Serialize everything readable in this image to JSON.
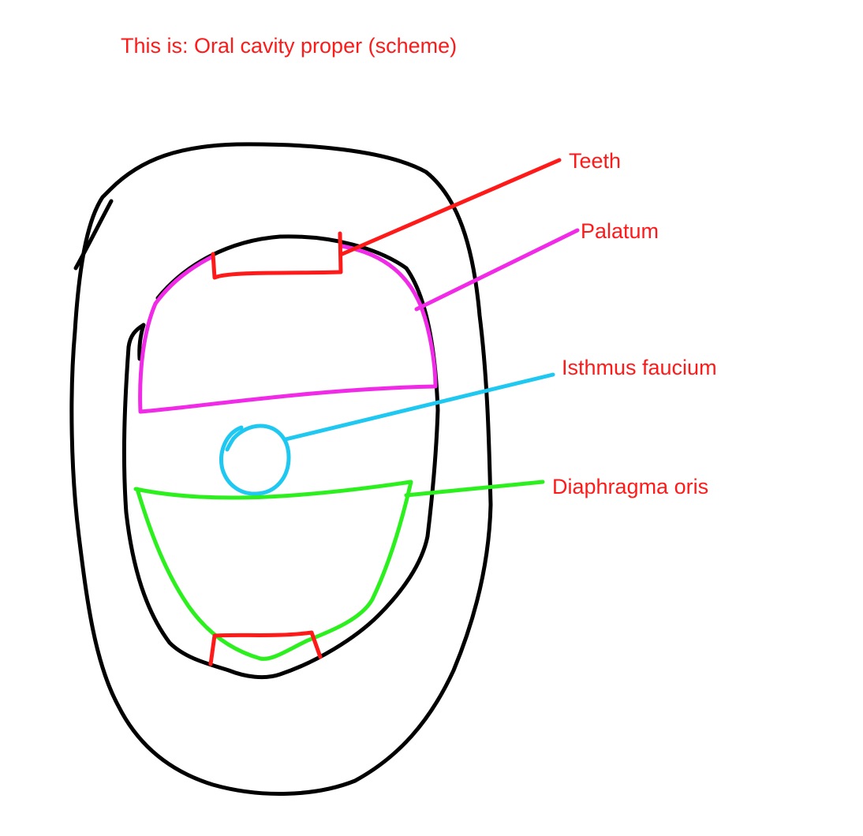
{
  "title": "This is: Oral cavity proper (scheme)",
  "labels": {
    "teeth": "Teeth",
    "palatum": "Palatum",
    "isthmus": "Isthmus faucium",
    "diaphragma": "Diaphragma oris"
  },
  "colors": {
    "outline": "#000000",
    "teeth": "#ff1a1a",
    "palatum": "#f02ae6",
    "isthmus": "#1ec8f0",
    "diaphragma": "#2cf01e",
    "text": "#ff1a1a"
  }
}
